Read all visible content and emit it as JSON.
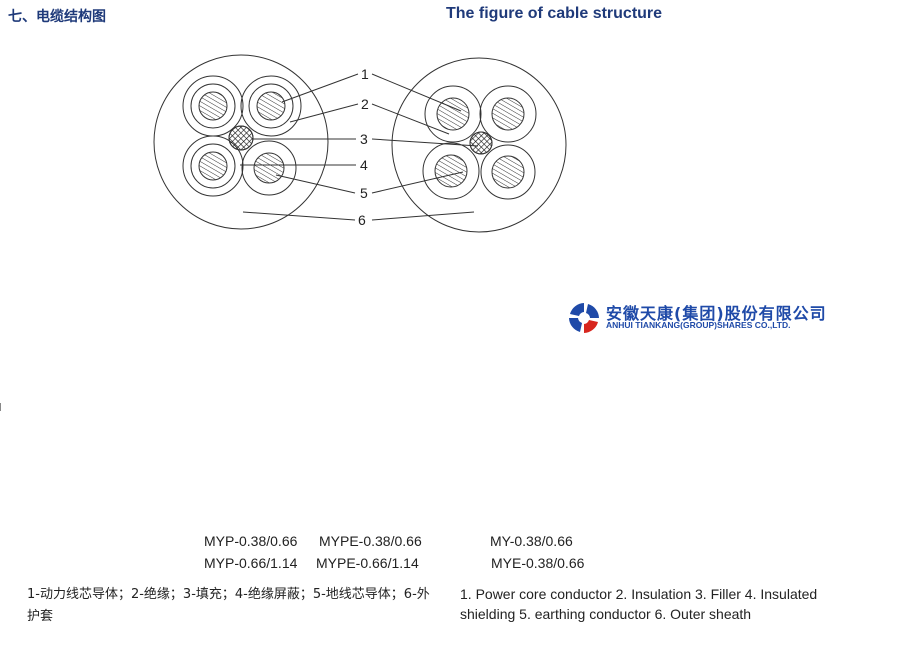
{
  "header": {
    "title_cn": "七、电缆结构图",
    "title_en": "The figure of cable structure"
  },
  "diagram": {
    "callouts": [
      "1",
      "2",
      "3",
      "4",
      "5",
      "6"
    ]
  },
  "company": {
    "name_cn": "安徽天康(集团)股份有限公司",
    "name_en": "ANHUI TIANKANG(GROUP)SHARES CO.,LTD.",
    "colors": {
      "blue": "#1f4aa8",
      "red": "#d7261e"
    }
  },
  "models": {
    "row1": [
      "MYP-0.38/0.66",
      "MYPE-0.38/0.66",
      "MY-0.38/0.66"
    ],
    "row2": [
      "MYP-0.66/1.14",
      "MYPE-0.66/1.14",
      "MYE-0.38/0.66"
    ]
  },
  "legend": {
    "cn": "1-动力线芯导体；2-绝缘；3-填充；4-绝缘屏蔽；5-地线芯导体；6-外护套",
    "en": "1. Power core conductor  2. Insulation 3. Filler  4. Insulated shielding  5. earthing conductor  6. Outer sheath"
  }
}
